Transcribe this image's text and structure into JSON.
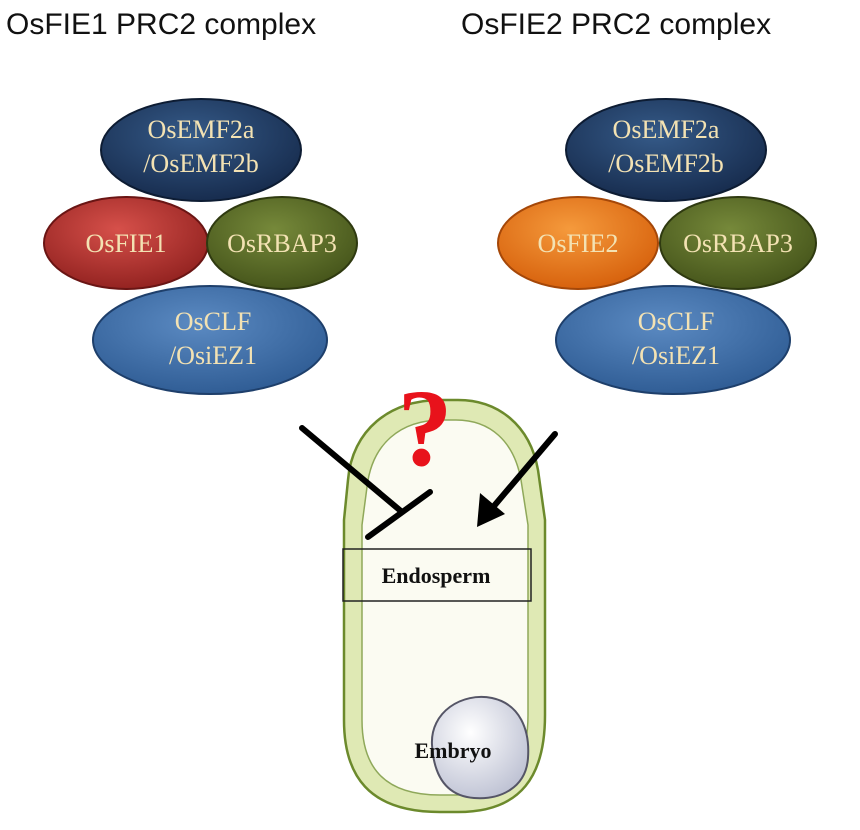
{
  "titles": {
    "left": "OsFIE1 PRC2 complex",
    "right": "OsFIE2 PRC2 complex"
  },
  "left_complex": {
    "emf2": [
      "OsEMF2a",
      "/OsEMF2b"
    ],
    "fie": "OsFIE1",
    "rbap": "OsRBAP3",
    "clf": [
      "OsCLF",
      "/OsiEZ1"
    ]
  },
  "right_complex": {
    "emf2": [
      "OsEMF2a",
      "/OsEMF2b"
    ],
    "fie": "OsFIE2",
    "rbap": "OsRBAP3",
    "clf": [
      "OsCLF",
      "/OsiEZ1"
    ]
  },
  "seed": {
    "question": "?",
    "endosperm": "Endosperm",
    "embryo": "Embryo"
  },
  "colors": {
    "emf2": "#1f3a5f",
    "fie1": "#b8322e",
    "fie2": "#e8701a",
    "rbap": "#5a6e2a",
    "clf": "#3f6fa8",
    "seed_coat": "#dfe9b4",
    "seed_inner": "#fbfbf2",
    "label_text": "#f3e2b3"
  }
}
